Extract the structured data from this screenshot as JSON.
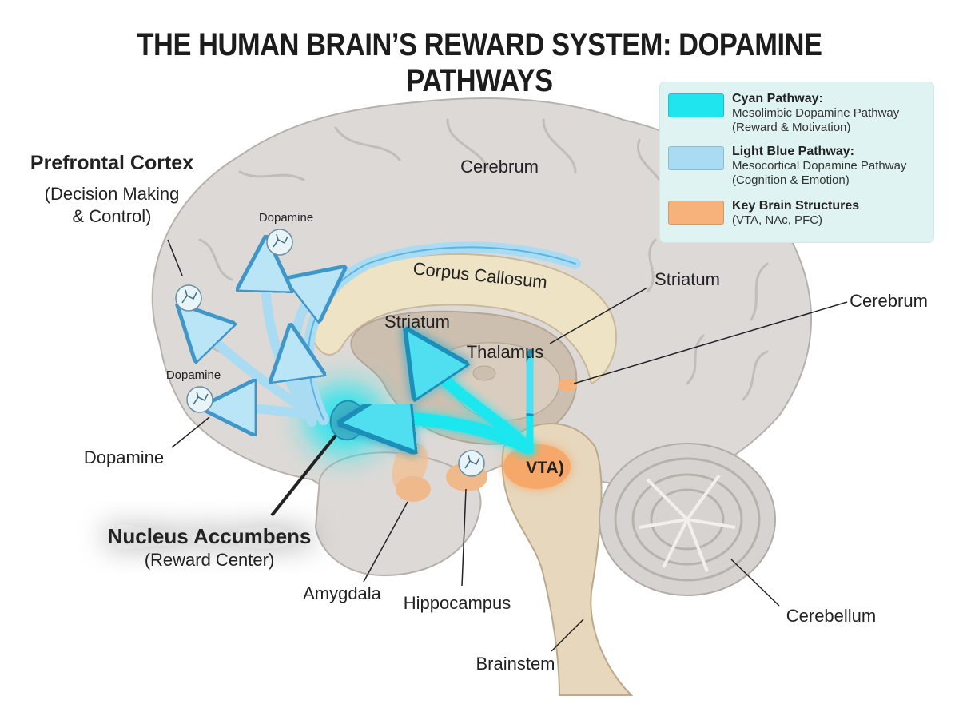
{
  "title": "THE HUMAN BRAIN’S REWARD SYSTEM: DOPAMINE PATHWAYS",
  "legend": [
    {
      "heading": "Cyan Pathway:",
      "line1": "Mesolimbic Dopamine Pathway",
      "line2": "(Reward & Motivation)",
      "color": "#1fe6ee"
    },
    {
      "heading": "Light Blue Pathway:",
      "line1": "Mesocortical Dopamine Pathway",
      "line2": "(Cognition & Emotion)",
      "color": "#a9dcf2"
    },
    {
      "heading": "Key Brain Structures",
      "line1": "(VTA, NAc, PFC)",
      "line2": "",
      "color": "#f6b27a"
    }
  ],
  "labels": {
    "prefrontal_title": "Prefrontal Cortex",
    "prefrontal_sub1": "(Decision Making",
    "prefrontal_sub2": "& Control)",
    "cerebrum_top": "Cerebrum",
    "corpus_callosum": "Corpus Callosum",
    "striatum_inner": "Striatum",
    "striatum_outer": "Striatum",
    "thalamus": "Thalamus",
    "cerebrum_right": "Cerebrum",
    "vta": "VTA)",
    "dopamine_upper": "Dopamine",
    "dopamine_middle": "Dopamine",
    "dopamine_lower": "Dopamine",
    "nucleus_title": "Nucleus Accumbens",
    "nucleus_sub": "(Reward Center)",
    "amygdala": "Amygdala",
    "hippocampus": "Hippocampus",
    "brainstem": "Brainstem",
    "cerebellum": "Cerebellum"
  },
  "colors": {
    "cyan_pathway": "#1fe6ee",
    "light_blue_pathway": "#a9dcf2",
    "key_structure": "#f6b27a",
    "brain_tissue": "#dcd9d6",
    "inner_tissue": "#efe3c6"
  }
}
